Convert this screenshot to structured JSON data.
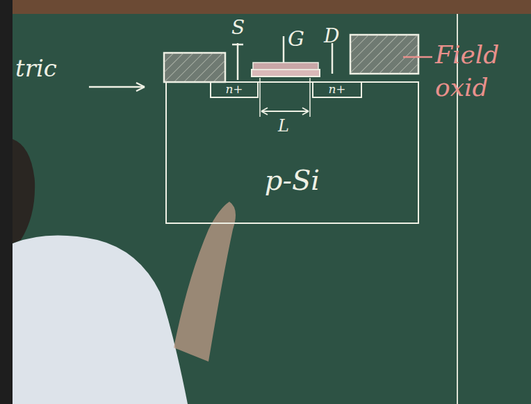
{
  "diagram": {
    "nodes": [
      {
        "text": [
          "p-Si"
        ]
      },
      {
        "text": [
          "n+"
        ],
        "in": 0
      },
      {
        "text": [
          "n+"
        ],
        "in": 0
      }
    ],
    "labels": [
      "tric",
      "S",
      "G",
      "D",
      "L",
      "Field oxid"
    ]
  }
}
